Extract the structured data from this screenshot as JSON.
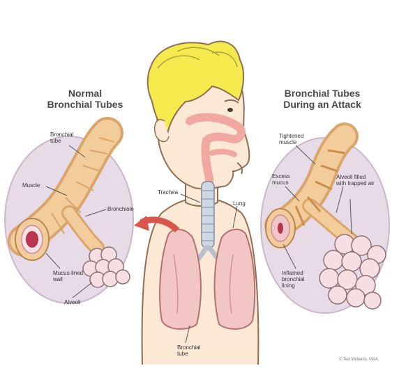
{
  "left_title": "Normal\nBronchial Tubes",
  "right_title": "Bronchial Tubes\nDuring an Attack",
  "labels": {
    "left_bronchial_tube": "Bronchial\ntube",
    "left_muscle": "Muscle",
    "left_bronchiole": "Bronchiole",
    "left_mucus_lined_wall": "Mucus-lined\nwall",
    "left_alveoli": "Alveoli",
    "trachea": "Trachea",
    "lung": "Lung",
    "bronchial_tube": "Bronchial\ntube",
    "right_tightened_muscle": "Tightened\nmuscle",
    "right_excess_mucus": "Excess\nmucus",
    "right_alveoli_filled": "Alveoli filled\nwith trapped air",
    "right_inflamed_wall": "Inflamed\nbronchial\nlining"
  },
  "credit": "© Ted Williams, MAA",
  "colors": {
    "bubble": "#e8dbe8",
    "tube": "#f2cc9a",
    "tube_ring": "#d9a56b",
    "hair": "#f4ea4e",
    "skin": "#fbe8d5",
    "lung": "#f3c6c6",
    "arrow": "#d9564a"
  }
}
